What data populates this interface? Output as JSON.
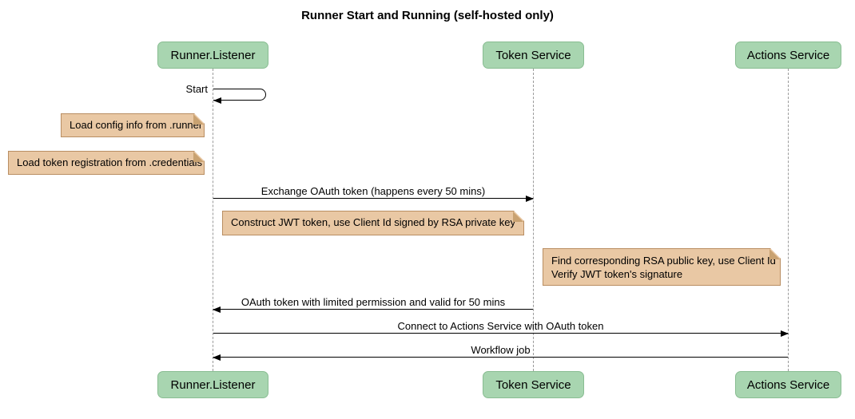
{
  "title": "Runner Start and Running (self-hosted only)",
  "participants": [
    {
      "name": "Runner.Listener"
    },
    {
      "name": "Token Service"
    },
    {
      "name": "Actions Service"
    }
  ],
  "messages": {
    "start": "Start",
    "exchange_oauth": "Exchange OAuth token (happens every 50 mins)",
    "oauth_return": "OAuth token with limited permission and valid for 50 mins",
    "connect": "Connect to Actions Service with OAuth token",
    "workflow_job": "Workflow job"
  },
  "notes": {
    "load_config": "Load config info from .runner",
    "load_token_registration": "Load token registration from .credentials",
    "construct_jwt": "Construct JWT token, use Client Id signed by RSA private key",
    "find_rsa_line1": "Find corresponding RSA public key, use Client Id",
    "find_rsa_line2": "Verify JWT token's signature"
  },
  "colors": {
    "participant_bg": "#a8d5b0",
    "participant_border": "#89bd92",
    "note_bg": "#e9c8a4",
    "note_border": "#b98e62",
    "note_fold": "#c9a271",
    "lifeline": "#9a9a9a",
    "arrow": "#000000",
    "background": "#ffffff"
  }
}
